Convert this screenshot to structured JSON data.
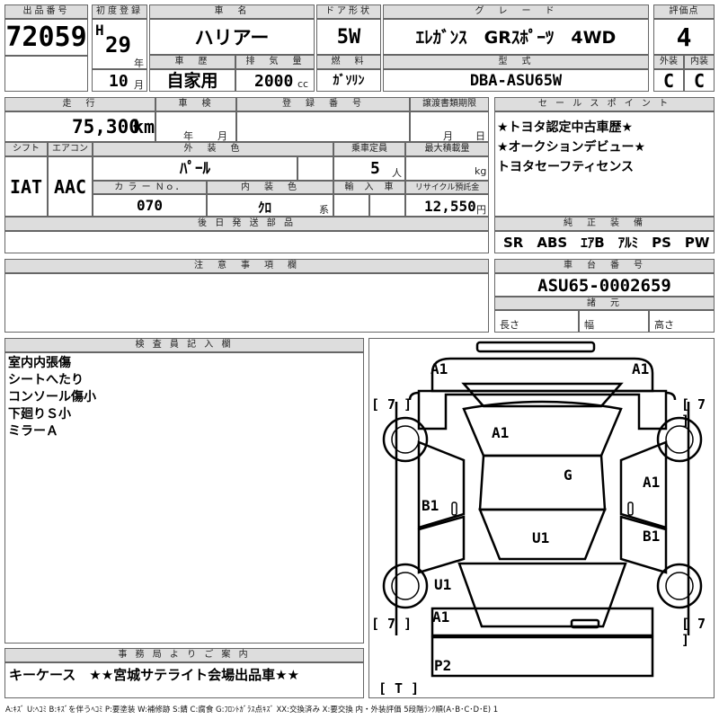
{
  "header": {
    "lot_label": "出品番号",
    "lot_number": "72059",
    "first_reg_label": "初度登録",
    "era_letter": "H",
    "year": "29",
    "year_unit": "年",
    "month": "10",
    "month_unit": "月",
    "car_name_label": "車　名",
    "car_name": "ハリアー",
    "history_label": "車　歴",
    "history": "自家用",
    "displacement_label": "排　気　量",
    "displacement": "2000",
    "displacement_unit": "cc",
    "door_label": "ドア形状",
    "door": "5W",
    "fuel_label": "燃　料",
    "fuel": "ｶﾞｿﾘﾝ",
    "grade_label": "グ　レ　ー　ド",
    "grade": "ｴﾚｶﾞﾝｽ　GRｽﾎﾟｰﾂ　4WD",
    "model_label": "型　式",
    "model": "DBA-ASU65W",
    "score_label": "評価点",
    "score": "4",
    "exterior_label": "外装",
    "exterior": "C",
    "interior_label": "内装",
    "interior": "C"
  },
  "row2": {
    "mileage_label": "走　行",
    "mileage": "75,300",
    "mileage_unit": "km",
    "inspection_label": "車　検",
    "year_unit": "年",
    "month_unit": "月",
    "plate_label": "登　録　番　号",
    "transfer_label": "譲渡書類期限",
    "month_unit2": "月",
    "day_unit": "日",
    "shift_label": "シフト",
    "shift": "IAT",
    "ac_label": "エアコン",
    "ac": "AAC",
    "color_label": "外　装　色",
    "color": "ﾊﾟｰﾙ",
    "capacity_label": "乗車定員",
    "capacity": "5",
    "capacity_unit": "人",
    "loadmax_label": "最大積載量",
    "loadmax_unit": "kg",
    "colorno_label": "カ ラ ー Ｎｏ．",
    "colorno": "070",
    "intcolor_label": "内　装　色",
    "intcolor": "ｸﾛ",
    "intcolor_unit": "系",
    "import_label": "輸　入　車",
    "recycle_label": "リサイクル預託金",
    "recycle": "12,550",
    "recycle_unit": "円"
  },
  "later_parts_label": "後 日 発 送 部 品",
  "sales_points": {
    "label": "セ ー ル ス ポ イ ン ト",
    "lines": [
      "★トヨタ認定中古車歴★",
      "★オークションデビュー★",
      "トヨタセーフティセンス"
    ]
  },
  "equipment": {
    "label": "純　正　装　備",
    "text": "SR　ABS　ｴｱB　ｱﾙﾐ　PS　PW"
  },
  "notes_label": "注　意　事　項　欄",
  "chassis": {
    "label": "車　台　番　号",
    "number": "ASU65-0002659",
    "dims_label": "諸　元",
    "length": "長さ",
    "width": "幅",
    "height": "高さ"
  },
  "inspector": {
    "label": "検 査 員 記 入 欄",
    "lines": [
      "室内内張傷",
      "シートへたり",
      "コンソール傷小",
      "下廻りＳ小",
      "ミラーＡ"
    ]
  },
  "office": {
    "label": "事 務 局 よ り ご 案 内",
    "text": "キーケース　★★宮城サテライト会場出品車★★"
  },
  "legend": "A:ｷｽﾞ  U:ﾍｺﾐ  B:ｷｽﾞを伴うﾍｺﾐ  P:要塗装  W:補修跡  S:錆  C:腐食  G:ﾌﾛﾝﾄｶﾞﾗｽ点ｷｽﾞ  XX:交換済み  X:要交換   内・外装評価  5段階ﾗﾝｸ順(A･B･C･D･E) 1",
  "diagram": {
    "marks": {
      "a1_tl": "A1",
      "a1_tr": "A1",
      "a1_roof": "A1",
      "g": "G",
      "a1_rd": "A1",
      "b1_l": "B1",
      "b1_r": "B1",
      "u1_c": "U1",
      "u1_l": "U1",
      "a1_bl": "A1",
      "p2": "P2"
    },
    "tire": "[ 7 ]",
    "spare": "[ T ]"
  }
}
